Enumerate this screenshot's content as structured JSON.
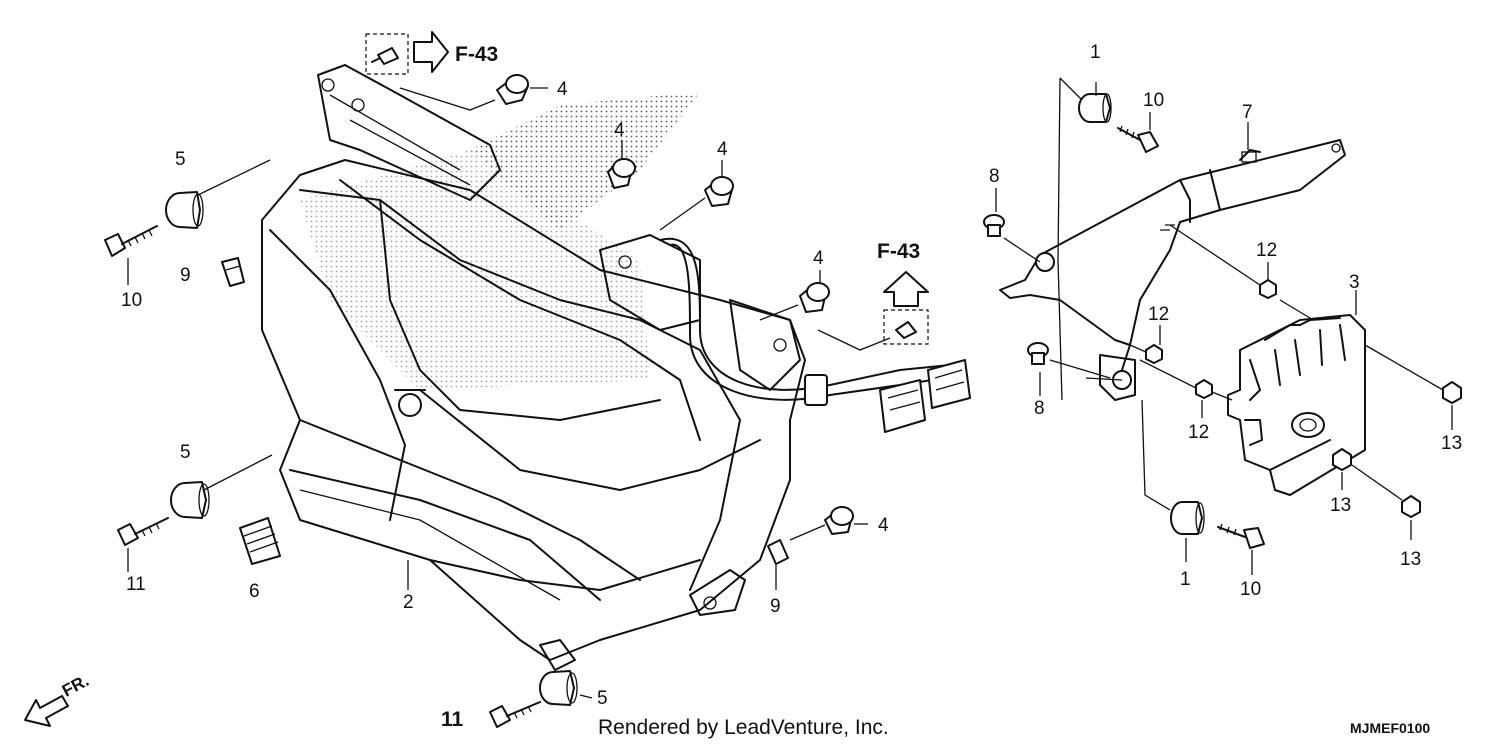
{
  "callouts": {
    "c1a": "1",
    "c1b": "1",
    "c2": "2",
    "c3": "3",
    "c4a": "4",
    "c4b": "4",
    "c4c": "4",
    "c4d": "4",
    "c4e": "4",
    "c5a": "5",
    "c5b": "5",
    "c5c": "5",
    "c6": "6",
    "c7": "7",
    "c8a": "8",
    "c8b": "8",
    "c9a": "9",
    "c9b": "9",
    "c10a": "10",
    "c10b": "10",
    "c10c": "10",
    "c11a": "11",
    "c11b": "11",
    "c12a": "12",
    "c12b": "12",
    "c12c": "12",
    "c13a": "13",
    "c13b": "13",
    "c13c": "13"
  },
  "references": {
    "f43_top": "F-43",
    "f43_right": "F-43"
  },
  "front_indicator": "FR.",
  "credit": "Rendered by LeadVenture, Inc.",
  "diagram_code": "MJMEF0100"
}
